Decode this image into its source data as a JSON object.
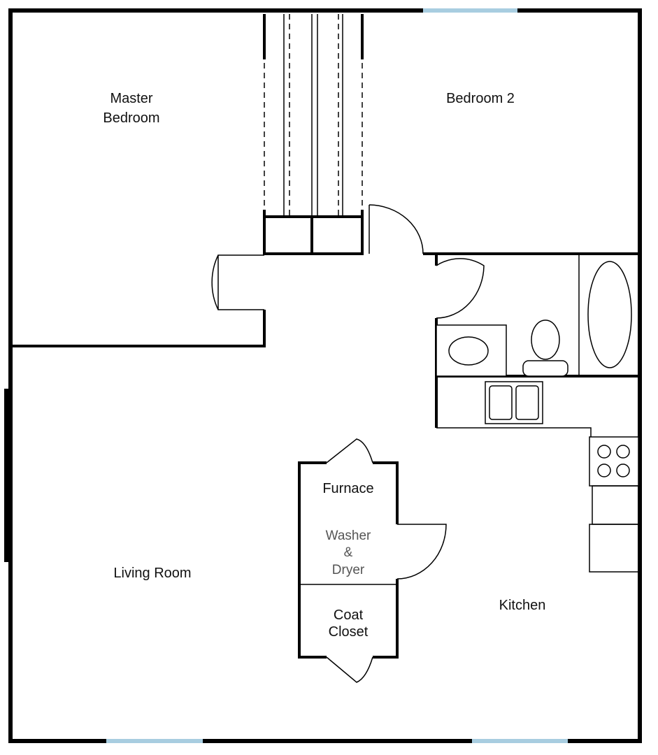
{
  "rooms": {
    "master_bedroom": [
      "Master",
      "Bedroom"
    ],
    "bedroom_2": "Bedroom 2",
    "living_room": "Living Room",
    "kitchen": "Kitchen",
    "furnace": "Furnace",
    "washer_dryer": [
      "Washer",
      "&",
      "Dryer"
    ],
    "coat_closet": [
      "Coat",
      "Closet"
    ]
  },
  "colors": {
    "wall": "#000000",
    "window": "#a8cde0",
    "background": "#ffffff"
  }
}
